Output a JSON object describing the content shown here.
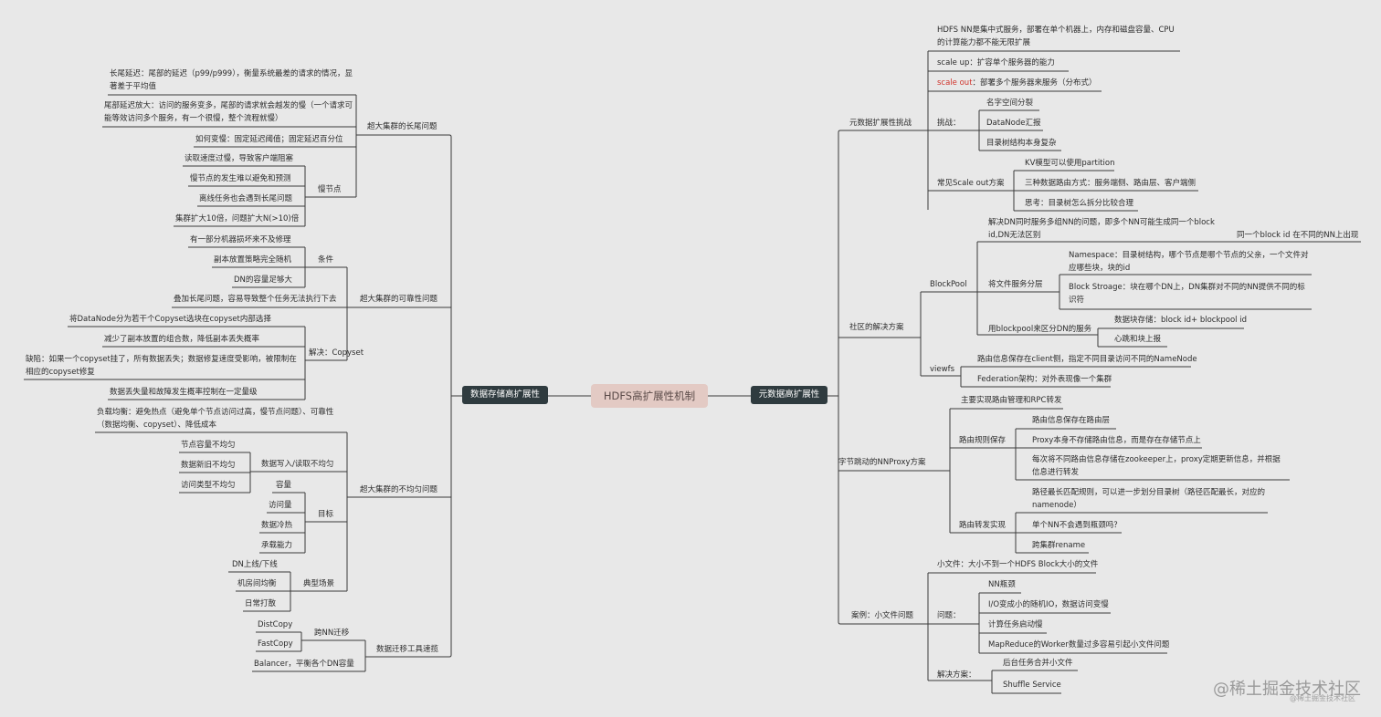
{
  "root": "HDFS高扩展性机制",
  "left_main": "数据存储高扩展性",
  "right_main": "元数据高扩展性",
  "left": {
    "longtail": {
      "title": "超大集群的长尾问题",
      "item1": "长尾延迟：尾部的延迟（p99/p999），衡量系统最差的请求的情况，显著差于平均值",
      "item2": "尾部延迟放大：访问的服务变多，尾部的请求就会越发的慢（一个请求可能等效访问多个服务，有一个很慢，整个流程就慢）",
      "item3": "如何变慢：固定延迟阈值；固定延迟百分位",
      "slow": "慢节点",
      "slow_items": [
        "读取速度过慢，导致客户端阻塞",
        "慢节点的发生难以避免和预测",
        "离线任务也会遇到长尾问题",
        "集群扩大10倍，问题扩大N(>10)倍"
      ]
    },
    "reliability": {
      "title": "超大集群的可靠性问题",
      "cond": "条件",
      "cond_items": [
        "有一部分机器损坏来不及修理",
        "副本放置策略完全随机",
        "DN的容量足够大"
      ],
      "item": "叠加长尾问题，容易导致整个任务无法执行下去",
      "solve": "解决：Copyset",
      "solve_items": [
        "将DataNode分为若干个Copyset选块在copyset内部选择",
        "减少了副本放置的组合数，降低副本丢失概率",
        "缺陷：如果一个copyset挂了，所有数据丢失；数据修复速度受影响，被限制在相应的copyset修复",
        "数据丢失量和故障发生概率控制在一定量级"
      ]
    },
    "balance": {
      "title": "超大集群的不均匀问题",
      "item": "负载均衡：避免热点（避免单个节点访问过高，慢节点问题）、可靠性（数据均衡、copyset）、降低成本",
      "rw": "数据写入/读取不均匀",
      "rw_items": [
        "节点容量不均匀",
        "数据新旧不均匀",
        "访问类型不均匀"
      ],
      "goal": "目标",
      "goal_items": [
        "容量",
        "访问量",
        "数据冷热",
        "承载能力"
      ],
      "scene": "典型场景",
      "scene_items": [
        "DN上线/下线",
        "机房间均衡",
        "日常打散"
      ]
    },
    "migrate": {
      "title": "数据迁移工具速揽",
      "cross": "跨NN迁移",
      "cross_items": [
        "DistCopy",
        "FastCopy"
      ],
      "balancer": "Balancer，平衡各个DN容量"
    }
  },
  "right": {
    "scale": {
      "title": "元数据扩展性挑战",
      "item1": "HDFS NN是集中式服务，部署在单个机器上，内存和磁盘容量、CPU的计算能力都不能无限扩展",
      "up": "scale up：扩容单个服务器的能力",
      "out_red": "scale out",
      "out_rest": "：部署多个服务器来服务（分布式）",
      "challenge": "挑战：",
      "challenge_items": [
        "名字空间分裂",
        "DataNode汇报",
        "目录树结构本身复杂"
      ],
      "common": "常见Scale out方案",
      "common_items": [
        "KV模型可以使用partition",
        "三种数据路由方式：服务端侧、路由层、客户端侧",
        "思考：目录树怎么拆分比较合理"
      ]
    },
    "community": {
      "title": "社区的解决方案",
      "blockpool": "BlockPool",
      "bp_item1": "解决DN同时服务多组NN的问题，即多个NN可能生成同一个block id,DN无法区别",
      "bp_item1_sub": "同一个block id 在不同的NN上出现",
      "bp_file": "将文件服务分层",
      "bp_file_items": [
        "Namespace：目录树结构，哪个节点是哪个节点的父亲，一个文件对应哪些块，块的id",
        "Block Stroage：块在哪个DN上，DN集群对不同的NN提供不同的标识符"
      ],
      "bp_dn": "用blockpool来区分DN的服务",
      "bp_dn_items": [
        "数据块存储：block id+ blockpool id",
        "心跳和块上报"
      ],
      "viewfs": "viewfs",
      "viewfs_items": [
        "路由信息保存在client侧，指定不同目录访问不同的NameNode",
        "Federation架构：对外表现像一个集群"
      ]
    },
    "nnproxy": {
      "title": "字节跳动的NNProxy方案",
      "item1": "主要实现路由管理和RPC转发",
      "route_save": "路由规则保存",
      "route_save_items": [
        "路由信息保存在路由层",
        "Proxy本身不存储路由信息，而是存在存储节点上",
        "每次将不同路由信息存储在zookeeper上，proxy定期更新信息，并根据信息进行转发"
      ],
      "route_fwd": "路由转发实现",
      "route_fwd_items": [
        "路径最长匹配规则，可以进一步划分目录树（路径匹配最长，对应的namenode）",
        "单个NN不会遇到瓶颈吗？",
        "跨集群rename"
      ]
    },
    "smallfile": {
      "title": "案例：小文件问题",
      "item1": "小文件：大小不到一个HDFS Block大小的文件",
      "problem": "问题：",
      "problem_items": [
        "NN瓶颈",
        "I/O变成小的随机IO，数据访问变慢",
        "计算任务启动慢",
        "MapReduce的Worker数量过多容易引起小文件问题"
      ],
      "solution": "解决方案：",
      "solution_items": [
        "后台任务合并小文件",
        "Shuffle Service"
      ]
    }
  },
  "watermark": "@稀土掘金技术社区",
  "watermark2": "@稀土掘金技术社区",
  "colors": {
    "background": "#e8e8e8",
    "line": "#3a3a3a",
    "root_fill": "#e3cac4",
    "main_fill": "#2f3b3f",
    "accent": "#d0342c"
  }
}
